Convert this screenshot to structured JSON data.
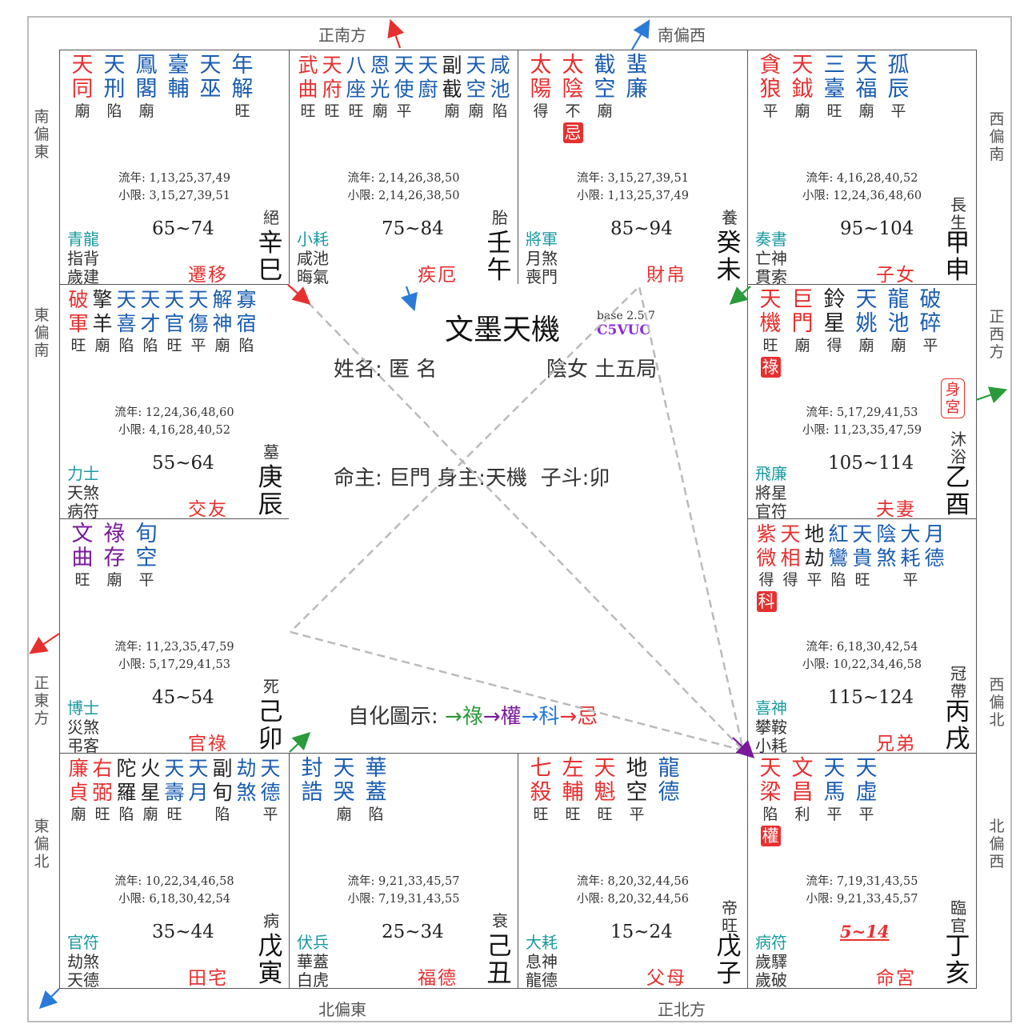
{
  "title": "文墨天機",
  "version": "base 2.5.7",
  "code": "C5VUC",
  "name_line": "姓名: 匿 名",
  "gender_line": "陰女 土五局",
  "master_line": "命主: 巨門 身主:天機  子斗:卯",
  "legend": {
    "label": "自化圖示: ",
    "items": [
      {
        "text": "→祿",
        "color": "#2a9a3a"
      },
      {
        "text": "→權",
        "color": "#7a1a9a"
      },
      {
        "text": "→科",
        "color": "#2a7ad8"
      },
      {
        "text": "→忌",
        "color": "#e63030"
      }
    ]
  },
  "directions": {
    "top": [
      "正南方",
      "南偏西"
    ],
    "bottom": [
      "北偏東",
      "正北方"
    ],
    "left": [
      "南偏東",
      "東偏南",
      "正東方",
      "東偏北"
    ],
    "right": [
      "西偏南",
      "正西方",
      "西偏北",
      "北偏西"
    ]
  },
  "colors": {
    "red": "#e63030",
    "blue": "#1a5cb0",
    "purple": "#7a1a9a",
    "black": "#222222",
    "teal": "#1a9aa0"
  },
  "palaces": [
    {
      "id": "si",
      "col": 0,
      "row": 0,
      "stars": [
        [
          "天",
          "同",
          "廟",
          "red"
        ],
        [
          "天",
          "刑",
          "陷",
          "blue"
        ],
        [
          "鳳",
          "閣",
          "廟",
          "blue"
        ],
        [
          "臺",
          "輔",
          "",
          "blue"
        ],
        [
          "天",
          "巫",
          "",
          "blue"
        ],
        [
          "年",
          "解",
          "旺",
          "blue"
        ]
      ],
      "hua": [],
      "liunian": "流年: 1,13,25,37,49",
      "xiaoxian": "小限: 3,15,27,39,51",
      "ages": "65~74",
      "life": "絕",
      "g1": "青龍",
      "g2": "指背",
      "g3": "歲建",
      "name": "遷移",
      "gz": [
        "辛",
        "巳"
      ]
    },
    {
      "id": "wu",
      "col": 1,
      "row": 0,
      "stars": [
        [
          "武",
          "曲",
          "旺",
          "red"
        ],
        [
          "天",
          "府",
          "旺",
          "red"
        ],
        [
          "八",
          "座",
          "旺",
          "blue"
        ],
        [
          "恩",
          "光",
          "廟",
          "blue"
        ],
        [
          "天",
          "使",
          "平",
          "blue"
        ],
        [
          "天",
          "廚",
          "",
          "blue"
        ],
        [
          "副",
          "截",
          "廟",
          "black"
        ],
        [
          "天",
          "空",
          "廟",
          "blue"
        ],
        [
          "咸",
          "池",
          "陷",
          "blue"
        ]
      ],
      "hua": [],
      "liunian": "流年: 2,14,26,38,50",
      "xiaoxian": "小限: 2,14,26,38,50",
      "ages": "75~84",
      "life": "胎",
      "g1": "小耗",
      "g2": "咸池",
      "g3": "晦氣",
      "name": "疾厄",
      "gz": [
        "壬",
        "午"
      ]
    },
    {
      "id": "wei",
      "col": 2,
      "row": 0,
      "stars": [
        [
          "太",
          "陽",
          "得",
          "red"
        ],
        [
          "太",
          "陰",
          "不",
          "red"
        ],
        [
          "截",
          "空",
          "廟",
          "blue"
        ],
        [
          "蜚",
          "廉",
          "",
          "blue"
        ]
      ],
      "hua": [
        {
          "t": "忌",
          "i": 1
        }
      ],
      "liunian": "流年: 3,15,27,39,51",
      "xiaoxian": "小限: 1,13,25,37,49",
      "ages": "85~94",
      "life": "養",
      "g1": "將軍",
      "g2": "月煞",
      "g3": "喪門",
      "name": "財帛",
      "gz": [
        "癸",
        "未"
      ]
    },
    {
      "id": "shen",
      "col": 3,
      "row": 0,
      "stars": [
        [
          "貪",
          "狼",
          "平",
          "red"
        ],
        [
          "天",
          "鉞",
          "廟",
          "red"
        ],
        [
          "三",
          "臺",
          "旺",
          "blue"
        ],
        [
          "天",
          "福",
          "廟",
          "blue"
        ],
        [
          "孤",
          "辰",
          "平",
          "blue"
        ]
      ],
      "hua": [],
      "liunian": "流年: 4,16,28,40,52",
      "xiaoxian": "小限: 12,24,36,48,60",
      "ages": "95~104",
      "life": "長生",
      "g1": "奏書",
      "g2": "亡神",
      "g3": "貫索",
      "name": "子女",
      "gz": [
        "甲",
        "申"
      ]
    },
    {
      "id": "chen",
      "col": 0,
      "row": 1,
      "stars": [
        [
          "破",
          "軍",
          "旺",
          "red"
        ],
        [
          "擎",
          "羊",
          "廟",
          "black"
        ],
        [
          "天",
          "喜",
          "陷",
          "blue"
        ],
        [
          "天",
          "才",
          "陷",
          "blue"
        ],
        [
          "天",
          "官",
          "旺",
          "blue"
        ],
        [
          "天",
          "傷",
          "平",
          "blue"
        ],
        [
          "解",
          "神",
          "廟",
          "blue"
        ],
        [
          "寡",
          "宿",
          "陷",
          "blue"
        ]
      ],
      "hua": [],
      "liunian": "流年: 12,24,36,48,60",
      "xiaoxian": "小限: 4,16,28,40,52",
      "ages": "55~64",
      "life": "墓",
      "g1": "力士",
      "g2": "天煞",
      "g3": "病符",
      "name": "交友",
      "gz": [
        "庚",
        "辰"
      ]
    },
    {
      "id": "you",
      "col": 3,
      "row": 1,
      "stars": [
        [
          "天",
          "機",
          "旺",
          "red"
        ],
        [
          "巨",
          "門",
          "廟",
          "red"
        ],
        [
          "鈴",
          "星",
          "得",
          "black"
        ],
        [
          "天",
          "姚",
          "廟",
          "blue"
        ],
        [
          "龍",
          "池",
          "廟",
          "blue"
        ],
        [
          "破",
          "碎",
          "平",
          "blue"
        ]
      ],
      "hua": [
        {
          "t": "祿",
          "i": 0
        }
      ],
      "liunian": "流年: 5,17,29,41,53",
      "xiaoxian": "小限: 11,23,35,47,59",
      "ages": "105~114",
      "life": "沐浴",
      "g1": "飛廉",
      "g2": "將星",
      "g3": "官符",
      "name": "夫妻",
      "gz": [
        "乙",
        "酉"
      ],
      "shen": "身宮"
    },
    {
      "id": "mao",
      "col": 0,
      "row": 2,
      "stars": [
        [
          "文",
          "曲",
          "旺",
          "purple"
        ],
        [
          "祿",
          "存",
          "廟",
          "purple"
        ],
        [
          "旬",
          "空",
          "平",
          "blue"
        ]
      ],
      "hua": [],
      "liunian": "流年: 11,23,35,47,59",
      "xiaoxian": "小限: 5,17,29,41,53",
      "ages": "45~54",
      "life": "死",
      "g1": "博士",
      "g2": "災煞",
      "g3": "弔客",
      "name": "官祿",
      "gz": [
        "己",
        "卯"
      ]
    },
    {
      "id": "xu",
      "col": 3,
      "row": 2,
      "stars": [
        [
          "紫",
          "微",
          "得",
          "red"
        ],
        [
          "天",
          "相",
          "得",
          "red"
        ],
        [
          "地",
          "劫",
          "平",
          "black"
        ],
        [
          "紅",
          "鸞",
          "陷",
          "blue"
        ],
        [
          "天",
          "貴",
          "旺",
          "blue"
        ],
        [
          "陰",
          "煞",
          "",
          "blue"
        ],
        [
          "大",
          "耗",
          "平",
          "blue"
        ],
        [
          "月",
          "德",
          "",
          "blue"
        ]
      ],
      "hua": [
        {
          "t": "科",
          "i": 0
        }
      ],
      "liunian": "流年: 6,18,30,42,54",
      "xiaoxian": "小限: 10,22,34,46,58",
      "ages": "115~124",
      "life": "冠帶",
      "g1": "喜神",
      "g2": "攀鞍",
      "g3": "小耗",
      "name": "兄弟",
      "gz": [
        "丙",
        "戌"
      ]
    },
    {
      "id": "yin",
      "col": 0,
      "row": 3,
      "stars": [
        [
          "廉",
          "貞",
          "廟",
          "red"
        ],
        [
          "右",
          "弼",
          "旺",
          "red"
        ],
        [
          "陀",
          "羅",
          "陷",
          "black"
        ],
        [
          "火",
          "星",
          "廟",
          "black"
        ],
        [
          "天",
          "壽",
          "旺",
          "blue"
        ],
        [
          "天",
          "月",
          "",
          "blue"
        ],
        [
          "副",
          "旬",
          "陷",
          "black"
        ],
        [
          "劫",
          "煞",
          "",
          "blue"
        ],
        [
          "天",
          "德",
          "平",
          "blue"
        ]
      ],
      "hua": [],
      "liunian": "流年: 10,22,34,46,58",
      "xiaoxian": "小限: 6,18,30,42,54",
      "ages": "35~44",
      "life": "病",
      "g1": "官符",
      "g2": "劫煞",
      "g3": "天德",
      "name": "田宅",
      "gz": [
        "戊",
        "寅"
      ]
    },
    {
      "id": "chou",
      "col": 1,
      "row": 3,
      "stars": [
        [
          "封",
          "誥",
          "",
          "blue"
        ],
        [
          "天",
          "哭",
          "廟",
          "blue"
        ],
        [
          "華",
          "蓋",
          "陷",
          "blue"
        ]
      ],
      "hua": [],
      "liunian": "流年: 9,21,33,45,57",
      "xiaoxian": "小限: 7,19,31,43,55",
      "ages": "25~34",
      "life": "衰",
      "g1": "伏兵",
      "g2": "華蓋",
      "g3": "白虎",
      "name": "福德",
      "gz": [
        "己",
        "丑"
      ]
    },
    {
      "id": "zi",
      "col": 2,
      "row": 3,
      "stars": [
        [
          "七",
          "殺",
          "旺",
          "red"
        ],
        [
          "左",
          "輔",
          "旺",
          "red"
        ],
        [
          "天",
          "魁",
          "旺",
          "red"
        ],
        [
          "地",
          "空",
          "平",
          "black"
        ],
        [
          "龍",
          "德",
          "",
          "blue"
        ]
      ],
      "hua": [],
      "liunian": "流年: 8,20,32,44,56",
      "xiaoxian": "小限: 8,20,32,44,56",
      "ages": "15~24",
      "life": "帝旺",
      "g1": "大耗",
      "g2": "息神",
      "g3": "龍德",
      "name": "父母",
      "gz": [
        "戊",
        "子"
      ]
    },
    {
      "id": "hai",
      "col": 3,
      "row": 3,
      "stars": [
        [
          "天",
          "梁",
          "陷",
          "red"
        ],
        [
          "文",
          "昌",
          "利",
          "red"
        ],
        [
          "天",
          "馬",
          "平",
          "blue"
        ],
        [
          "天",
          "虛",
          "平",
          "blue"
        ]
      ],
      "hua": [
        {
          "t": "權",
          "i": 0
        }
      ],
      "liunian": "流年: 7,19,31,43,55",
      "xiaoxian": "小限: 9,21,33,45,57",
      "ages": "5~14",
      "current": true,
      "life": "臨官",
      "g1": "病符",
      "g2": "歲驛",
      "g3": "歲破",
      "name": "命宮",
      "gz": [
        "丁",
        "亥"
      ]
    }
  ]
}
